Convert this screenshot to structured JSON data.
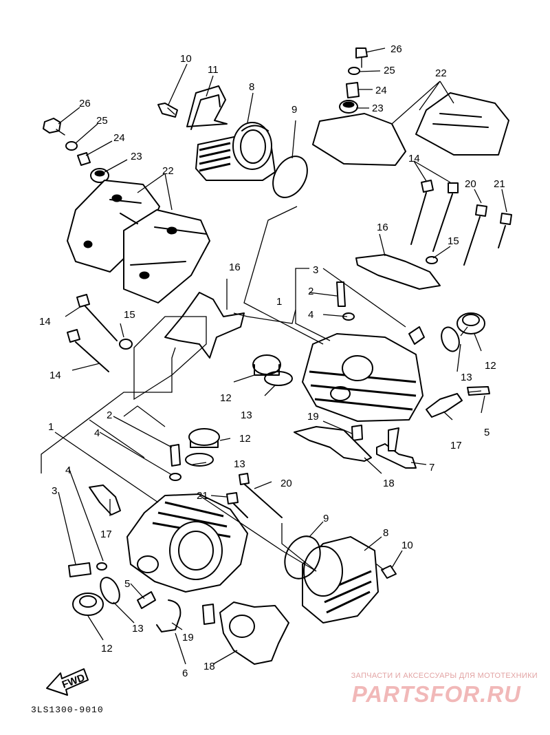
{
  "diagram": {
    "catalog_code": "3LS1300-9010",
    "fwd_label": "FWD",
    "watermark": {
      "text": "ЗАПЧАСТИ И АКСЕССУАРЫ ДЛЯ МОТОТЕХНИКИ",
      "logo": "PARTSFOR.RU"
    },
    "callouts": [
      {
        "id": "c26a",
        "label": "26"
      },
      {
        "id": "c25a",
        "label": "25"
      },
      {
        "id": "c24a",
        "label": "24"
      },
      {
        "id": "c23a",
        "label": "23"
      },
      {
        "id": "c22a",
        "label": "22"
      },
      {
        "id": "c14a",
        "label": "14"
      },
      {
        "id": "c21a",
        "label": "21"
      },
      {
        "id": "c20a",
        "label": "20"
      },
      {
        "id": "c15a",
        "label": "15"
      },
      {
        "id": "c16a",
        "label": "16"
      },
      {
        "id": "c3a",
        "label": "3"
      },
      {
        "id": "c2a",
        "label": "2"
      },
      {
        "id": "c1a",
        "label": "1"
      },
      {
        "id": "c4a",
        "label": "4"
      },
      {
        "id": "c12a",
        "label": "12"
      },
      {
        "id": "c13a",
        "label": "13"
      },
      {
        "id": "c5a",
        "label": "5"
      },
      {
        "id": "c17a",
        "label": "17"
      },
      {
        "id": "c7a",
        "label": "7"
      },
      {
        "id": "c18a",
        "label": "18"
      },
      {
        "id": "c19a",
        "label": "19"
      },
      {
        "id": "c10a",
        "label": "10"
      },
      {
        "id": "c11a",
        "label": "11"
      },
      {
        "id": "c8a",
        "label": "8"
      },
      {
        "id": "c9a",
        "label": "9"
      },
      {
        "id": "c26b",
        "label": "26"
      },
      {
        "id": "c25b",
        "label": "25"
      },
      {
        "id": "c24b",
        "label": "24"
      },
      {
        "id": "c23b",
        "label": "23"
      },
      {
        "id": "c22b",
        "label": "22"
      },
      {
        "id": "c14b",
        "label": "14"
      },
      {
        "id": "c15b",
        "label": "15"
      },
      {
        "id": "c14c",
        "label": "14"
      },
      {
        "id": "c16b",
        "label": "16"
      },
      {
        "id": "c12b",
        "label": "12"
      },
      {
        "id": "c13b",
        "label": "13"
      },
      {
        "id": "c2b",
        "label": "2"
      },
      {
        "id": "c12c",
        "label": "12"
      },
      {
        "id": "c1b",
        "label": "1"
      },
      {
        "id": "c4b",
        "label": "4"
      },
      {
        "id": "c13c",
        "label": "13"
      },
      {
        "id": "c20b",
        "label": "20"
      },
      {
        "id": "c21b",
        "label": "21"
      },
      {
        "id": "c4c",
        "label": "4"
      },
      {
        "id": "c3b",
        "label": "3"
      },
      {
        "id": "c17b",
        "label": "17"
      },
      {
        "id": "c9b",
        "label": "9"
      },
      {
        "id": "c8b",
        "label": "8"
      },
      {
        "id": "c10b",
        "label": "10"
      },
      {
        "id": "c5b",
        "label": "5"
      },
      {
        "id": "c13d",
        "label": "13"
      },
      {
        "id": "c12d",
        "label": "12"
      },
      {
        "id": "c19b",
        "label": "19"
      },
      {
        "id": "c6a",
        "label": "6"
      },
      {
        "id": "c18b",
        "label": "18"
      }
    ]
  }
}
